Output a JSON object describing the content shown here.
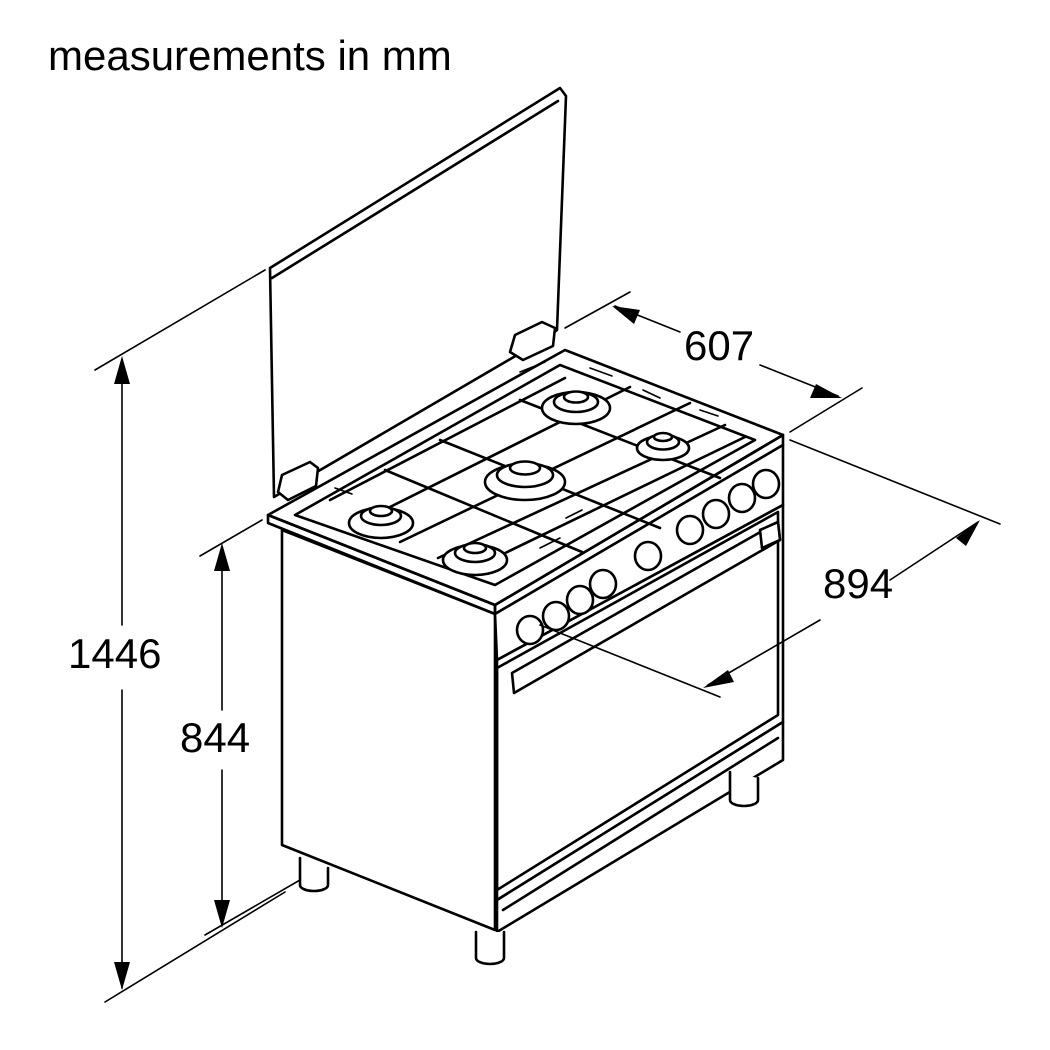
{
  "header": {
    "title": "measurements in mm"
  },
  "dimensions": {
    "depth": "607",
    "width": "894",
    "total_height": "1446",
    "body_height": "844"
  },
  "colors": {
    "line": "#000000",
    "background": "#ffffff"
  },
  "icons": {
    "subject": "gas-range-cooker-icon"
  }
}
